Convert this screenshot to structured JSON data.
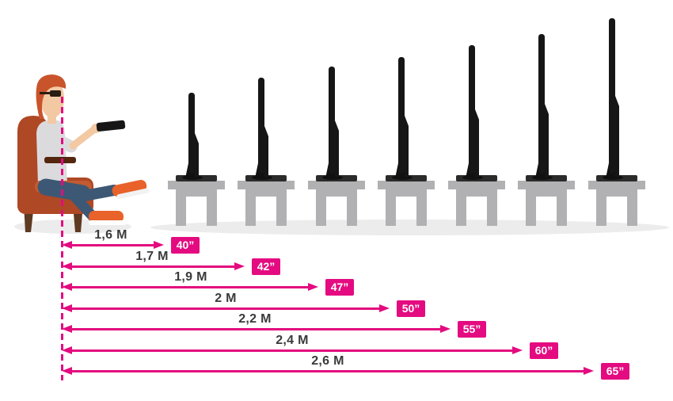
{
  "colors": {
    "accent": "#E40B80",
    "label_text": "#3A3A3A",
    "tv": "#161616",
    "table": "#B1B1B3",
    "shadow": "#ECECEC",
    "chair": "#AE4825",
    "chair_cushion": "#C25B31",
    "hair": "#C9542B",
    "skin": "#F3C9A3",
    "shirt": "#DBDBDD",
    "jeans": "#3D5875",
    "shoes": "#E8622A"
  },
  "icons": {
    "viewer": "person-in-armchair-with-remote",
    "tv": "tv-side-view-on-table",
    "measure_line": "dashed-eye-position-line",
    "arrow": "double-headed-distance-arrow"
  },
  "tv_count": 7,
  "rows": [
    {
      "distance": "1,6 M",
      "size": "40”"
    },
    {
      "distance": "1,7 M",
      "size": "42”"
    },
    {
      "distance": "1,9 M",
      "size": "47”"
    },
    {
      "distance": "2 M",
      "size": "50”"
    },
    {
      "distance": "2,2 M",
      "size": "55”"
    },
    {
      "distance": "2,4 M",
      "size": "60”"
    },
    {
      "distance": "2,6 M",
      "size": "65”"
    }
  ],
  "chart_data": {
    "type": "table",
    "columns": [
      "viewing_distance_m",
      "tv_size_inches"
    ],
    "rows": [
      [
        1.6,
        40
      ],
      [
        1.7,
        42
      ],
      [
        1.9,
        47
      ],
      [
        2.0,
        50
      ],
      [
        2.2,
        55
      ],
      [
        2.4,
        60
      ],
      [
        2.6,
        65
      ]
    ],
    "legend_position": "none",
    "grid": false
  }
}
